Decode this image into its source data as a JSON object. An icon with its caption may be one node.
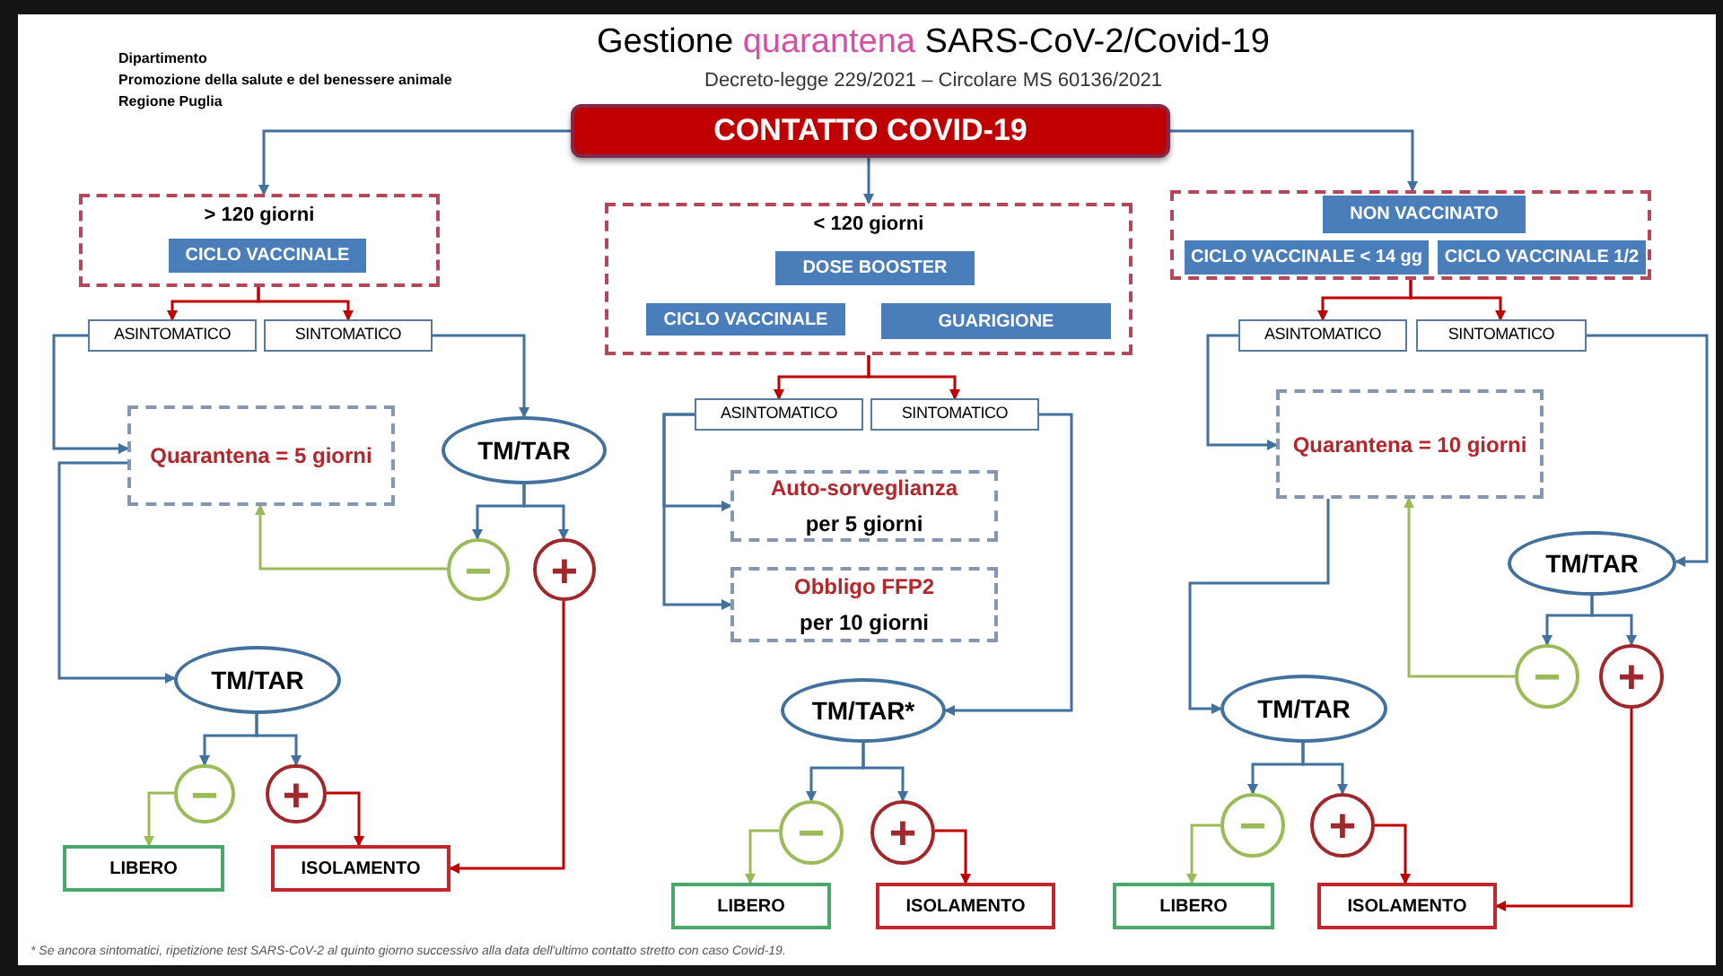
{
  "diagram": {
    "title": "Gestione *quarantena* SARS-CoV-2/Covid-19",
    "caption": "* Se ancora sintomatici, ripetizione test SARS-CoV-2 al quinto giorno successivo alla data dell'ultimo contatto stretto con caso Covid-19.",
    "nodes": [
      {
        "text": [
          "CONTATTO COVID-19"
        ]
      },
      {
        "text": [
          "> 120 giorni"
        ]
      },
      {
        "text": [
          "CICLO VACCINALE"
        ],
        "in": 1
      },
      {
        "text": [
          "ASINTOMATICO"
        ]
      },
      {
        "text": [
          "SINTOMATICO"
        ]
      },
      {
        "text": [
          "Quarantena = 5 giorni"
        ]
      },
      {
        "text": [
          "TM/TAR"
        ]
      },
      {
        "text": [
          "−"
        ]
      },
      {
        "text": [
          "+"
        ]
      },
      {
        "text": [
          "TM/TAR"
        ]
      },
      {
        "text": [
          "−"
        ]
      },
      {
        "text": [
          "+"
        ]
      },
      {
        "text": [
          "LIBERO"
        ]
      },
      {
        "text": [
          "ISOLAMENTO"
        ]
      },
      {
        "text": [
          "< 120 giorni"
        ]
      },
      {
        "text": [
          "DOSE BOOSTER"
        ],
        "in": 14
      },
      {
        "text": [
          "CICLO VACCINALE"
        ],
        "in": 14
      },
      {
        "text": [
          "GUARIGIONE"
        ],
        "in": 14
      },
      {
        "text": [
          "ASINTOMATICO"
        ]
      },
      {
        "text": [
          "SINTOMATICO"
        ]
      },
      {
        "text": [
          "Auto-sorveglianza",
          "per 5 giorni"
        ]
      },
      {
        "text": [
          "Obbligo FFP2",
          "per 10 giorni"
        ]
      },
      {
        "text": [
          "TM/TAR*"
        ]
      },
      {
        "text": [
          "−"
        ]
      },
      {
        "text": [
          "+"
        ]
      },
      {
        "text": [
          "LIBERO"
        ]
      },
      {
        "text": [
          "ISOLAMENTO"
        ]
      },
      {
        "text": [],
        "shape": "box"
      },
      {
        "text": [
          "NON VACCINATO"
        ],
        "in": 27
      },
      {
        "text": [
          "CICLO VACCINALE < 14 gg"
        ],
        "in": 27
      },
      {
        "text": [
          "CICLO VACCINALE 1/2"
        ],
        "in": 27
      },
      {
        "text": [
          "ASINTOMATICO"
        ]
      },
      {
        "text": [
          "SINTOMATICO"
        ]
      },
      {
        "text": [
          "Quarantena = 10 giorni"
        ]
      },
      {
        "text": [
          "TM/TAR"
        ]
      },
      {
        "text": [
          "−"
        ]
      },
      {
        "text": [
          "+"
        ]
      },
      {
        "text": [
          "TM/TAR"
        ]
      },
      {
        "text": [
          "−"
        ]
      },
      {
        "text": [
          "+"
        ]
      },
      {
        "text": [
          "LIBERO"
        ]
      },
      {
        "text": [
          "ISOLAMENTO"
        ]
      }
    ],
    "edges": [
      {
        "from": 0,
        "to": 1,
        "arrow": "to"
      },
      {
        "from": 0,
        "to": 14,
        "arrow": "to"
      },
      {
        "from": 0,
        "to": 27,
        "arrow": "to"
      },
      {
        "from": 1,
        "to": 3,
        "arrow": "to",
        "color": "#c00000"
      },
      {
        "from": 1,
        "to": 4,
        "arrow": "to",
        "color": "#c00000"
      },
      {
        "from": 3,
        "to": 5,
        "arrow": "to"
      },
      {
        "from": 4,
        "to": 6,
        "arrow": "to"
      },
      {
        "from": 6,
        "to": 7,
        "arrow": "to"
      },
      {
        "from": 6,
        "to": 8,
        "arrow": "to"
      },
      {
        "from": 7,
        "to": 5,
        "arrow": "to",
        "color": "#9bbb59"
      },
      {
        "from": 5,
        "to": 9,
        "arrow": "to"
      },
      {
        "from": 9,
        "to": 10,
        "arrow": "to"
      },
      {
        "from": 9,
        "to": 11,
        "arrow": "to"
      },
      {
        "from": 10,
        "to": 12,
        "arrow": "to",
        "color": "#9bbb59"
      },
      {
        "from": 11,
        "to": 13,
        "arrow": "to",
        "color": "#c00000"
      },
      {
        "from": 8,
        "to": 13,
        "arrow": "to",
        "color": "#c00000"
      },
      {
        "from": 14,
        "to": 18,
        "arrow": "to",
        "color": "#c00000"
      },
      {
        "from": 14,
        "to": 19,
        "arrow": "to",
        "color": "#c00000"
      },
      {
        "from": 18,
        "to": 20,
        "arrow": "to"
      },
      {
        "from": 18,
        "to": 21,
        "arrow": "to"
      },
      {
        "from": 19,
        "to": 22,
        "arrow": "to"
      },
      {
        "from": 22,
        "to": 23,
        "arrow": "to"
      },
      {
        "from": 22,
        "to": 24,
        "arrow": "to"
      },
      {
        "from": 23,
        "to": 25,
        "arrow": "to",
        "color": "#9bbb59"
      },
      {
        "from": 24,
        "to": 26,
        "arrow": "to",
        "color": "#c00000"
      },
      {
        "from": 27,
        "to": 31,
        "arrow": "to",
        "color": "#c00000"
      },
      {
        "from": 27,
        "to": 32,
        "arrow": "to",
        "color": "#c00000"
      },
      {
        "from": 31,
        "to": 33,
        "arrow": "to"
      },
      {
        "from": 32,
        "to": 34,
        "arrow": "to"
      },
      {
        "from": 34,
        "to": 35,
        "arrow": "to"
      },
      {
        "from": 34,
        "to": 36,
        "arrow": "to"
      },
      {
        "from": 35,
        "to": 33,
        "arrow": "to",
        "color": "#9bbb59"
      },
      {
        "from": 33,
        "to": 37,
        "arrow": "to"
      },
      {
        "from": 37,
        "to": 38,
        "arrow": "to"
      },
      {
        "from": 37,
        "to": 39,
        "arrow": "to"
      },
      {
        "from": 38,
        "to": 40,
        "arrow": "to",
        "color": "#9bbb59"
      },
      {
        "from": 39,
        "to": 41,
        "arrow": "to",
        "color": "#c00000"
      },
      {
        "from": 36,
        "to": 41,
        "arrow": "to",
        "color": "#c00000"
      }
    ],
    "labels": [
      "Dipartimento",
      "Promozione della salute e del benessere animale",
      "Regione Puglia",
      "Decreto-legge 229/2021 – Circolare MS  60136/2021"
    ]
  }
}
